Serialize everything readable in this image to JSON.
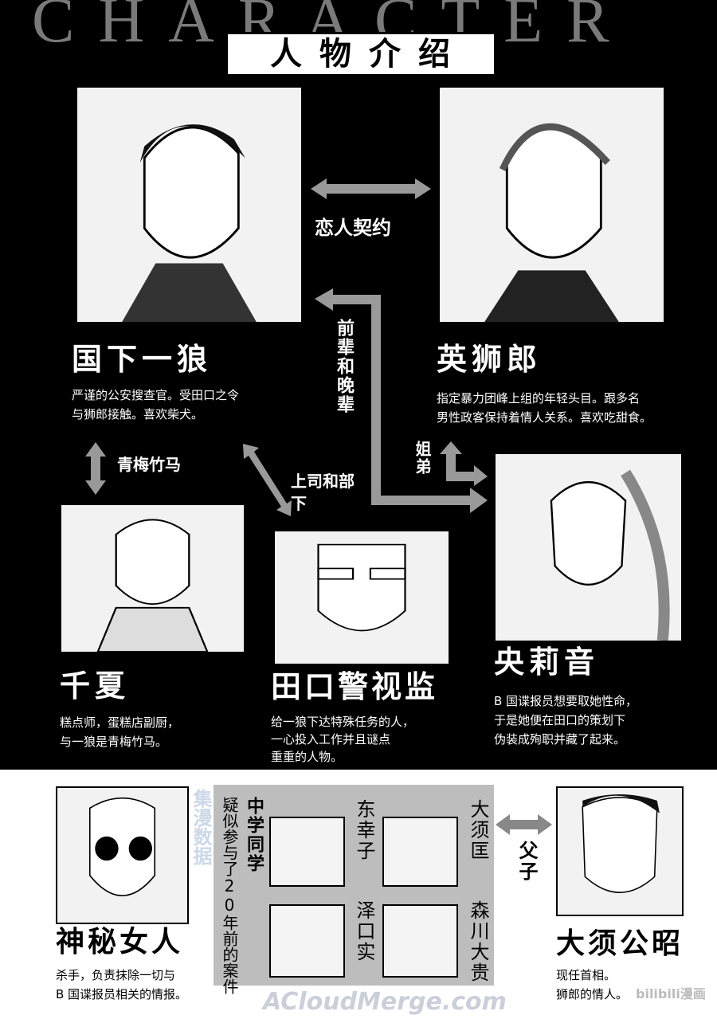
{
  "header": {
    "title_en": "CHARACTER",
    "title_cn": "人物介绍"
  },
  "relations": {
    "lovers": "恋人契约",
    "senior_junior": "前辈和晚辈",
    "childhood": "青梅竹马",
    "boss_sub": "上司和部下",
    "siblings": "姐弟",
    "father_son": "父子"
  },
  "characters": [
    {
      "name": "国下一狼",
      "desc": [
        "严谨的公安搜查官。受田口之令",
        "与狮郎接触。喜欢柴犬。"
      ]
    },
    {
      "name": "英狮郎",
      "desc": [
        "指定暴力团峰上组的年轻头目。跟多名",
        "男性政客保持着情人关系。喜欢吃甜食。"
      ]
    },
    {
      "name": "千夏",
      "desc": [
        "糕点师，蛋糕店副厨，",
        "与一狼是青梅竹马。"
      ]
    },
    {
      "name": "田口警视监",
      "desc": [
        "给一狼下达特殊任务的人，",
        "一心投入工作并且谜点",
        "重重的人物。"
      ]
    },
    {
      "name": "央莉音",
      "desc": [
        "B 国谍报员想要取她性命，",
        "于是她便在田口的策划下",
        "伪装成殉职并藏了起来。"
      ]
    },
    {
      "name": "神秘女人",
      "desc": [
        "杀手，负责抹除一切与",
        "B 国谍报员相关的情报。"
      ]
    },
    {
      "name": "大须公昭",
      "desc": [
        "现任首相。",
        "狮郎的情人。"
      ]
    }
  ],
  "classmates": {
    "title": "中学同学",
    "note": "疑似参与了20年前的案件",
    "names": [
      "东幸子",
      "大须匡",
      "泽口实",
      "森川大贵"
    ]
  },
  "watermarks": {
    "site": "ACloudMerge.com",
    "brand": "bilibili漫画",
    "logo_cn": "集漫数据"
  }
}
